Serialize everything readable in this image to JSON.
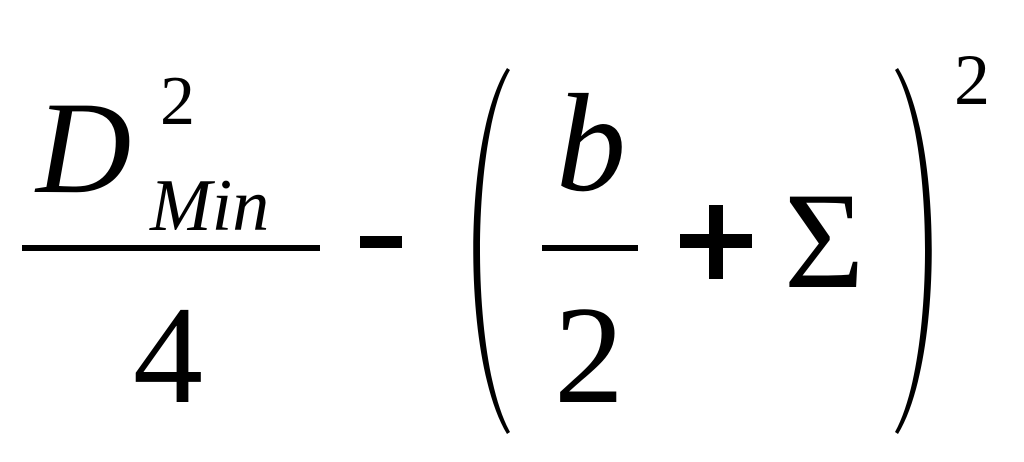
{
  "formula": {
    "first_fraction": {
      "numerator_base": "D",
      "numerator_exponent": "2",
      "numerator_subscript": "Min",
      "denominator": "4"
    },
    "minus_sign": "-",
    "group": {
      "open_paren": "(",
      "inner_fraction": {
        "numerator": "b",
        "denominator": "2"
      },
      "plus_sign": "+",
      "sigma": "Σ",
      "close_paren": ")",
      "outer_exponent": "2"
    }
  }
}
